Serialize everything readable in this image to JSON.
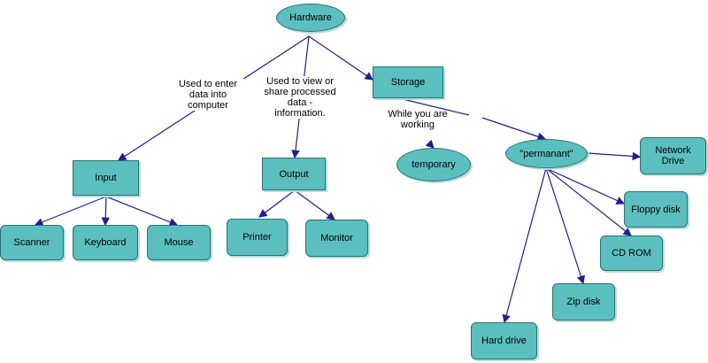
{
  "nodes": {
    "hardware": "Hardware",
    "input": "Input",
    "output": "Output",
    "storage": "Storage",
    "scanner": "Scanner",
    "keyboard": "Keyboard",
    "mouse": "Mouse",
    "printer": "Printer",
    "monitor": "Monitor",
    "temporary": "temporary",
    "permanent": "\"permanant\"",
    "network_drive": "Network\nDrive",
    "floppy_disk": "Floppy disk",
    "cd_rom": "CD ROM",
    "zip_disk": "Zip disk",
    "hard_drive": "Hard drive"
  },
  "edge_labels": {
    "input": "Used to enter\ndata into\ncomputer",
    "output": "Used to view or\nshare processed\ndata -\ninformation.",
    "storage": "While you are\nworking"
  },
  "colors": {
    "node_fill": "#5bbfbf",
    "node_border": "#2a6f72",
    "edge": "#1f1f8f"
  }
}
